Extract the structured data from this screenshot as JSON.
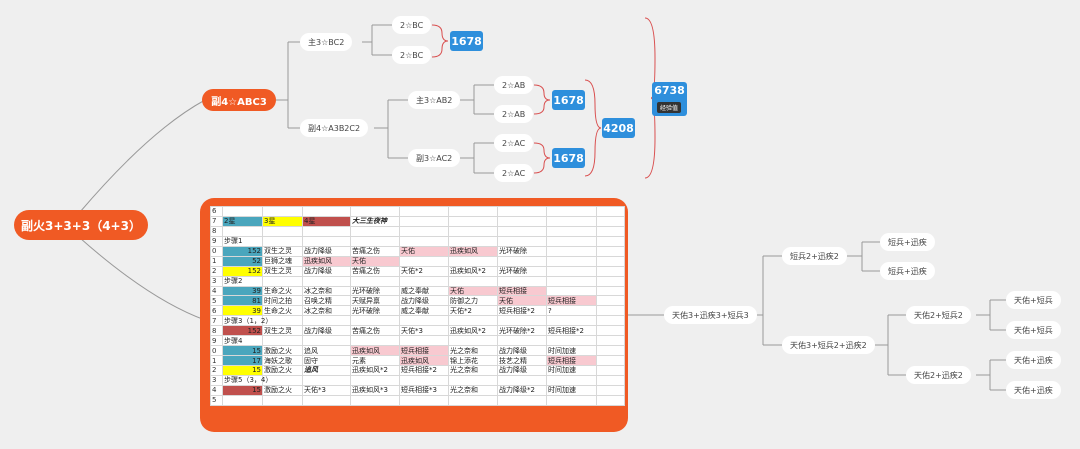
{
  "root": "副火3+3+3（4+3）",
  "sub": "副4☆ABC3",
  "branch1": "主3☆BC2",
  "branch2": "副4☆A3B2C2",
  "branch2_1": "主3☆AB2",
  "branch2_2": "副3☆AC2",
  "leaves": {
    "bc1": "2☆BC",
    "bc2": "2☆BC",
    "ab1": "2☆AB",
    "ab2": "2☆AB",
    "ac1": "2☆AC",
    "ac2": "2☆AC"
  },
  "sums": {
    "bc": "1678",
    "ab": "1678",
    "ac": "1678",
    "mid": "4208",
    "total": "6738"
  },
  "exp_tag": "经验值",
  "right_tree": {
    "root": "天佑3+迅疾3+短兵3",
    "a": "短兵2+迅疾2",
    "a1": "短兵+迅疾",
    "a2": "短兵+迅疾",
    "b": "天佑3+短兵2+迅疾2",
    "b1": "天佑2+短兵2",
    "b11": "天佑+短兵",
    "b12": "天佑+短兵",
    "b2": "天佑2+迅疾2",
    "b21": "天佑+迅疾",
    "b22": "天佑+迅疾"
  },
  "sheet_rows": [
    {
      "n": "6",
      "cells": []
    },
    {
      "n": "7",
      "cells": [
        {
          "t": "2星",
          "c": "teal"
        },
        {
          "t": "3星",
          "c": "yel"
        },
        {
          "t": "4星",
          "c": "red"
        },
        {
          "t": "大三生夜神",
          "c": "bi"
        }
      ]
    },
    {
      "n": "8",
      "cells": []
    },
    {
      "n": "9",
      "cells": [
        {
          "t": "步骤1"
        }
      ]
    },
    {
      "n": "0",
      "cells": [
        {
          "t": "152",
          "c": "teal num"
        },
        {
          "t": "双生之灵"
        },
        {
          "t": "战力降级"
        },
        {
          "t": "苦痛之伤"
        },
        {
          "t": "天佑",
          "c": "pink"
        },
        {
          "t": "迅疾如风",
          "c": "pink"
        },
        {
          "t": "光环破除"
        }
      ]
    },
    {
      "n": "1",
      "cells": [
        {
          "t": "52",
          "c": "teal num"
        },
        {
          "t": "巨狮之魂"
        },
        {
          "t": "迅疾如风",
          "c": "pink"
        },
        {
          "t": "天佑",
          "c": "pink"
        }
      ]
    },
    {
      "n": "2",
      "cells": [
        {
          "t": "152",
          "c": "yel num"
        },
        {
          "t": "双生之灵"
        },
        {
          "t": "战力降级"
        },
        {
          "t": "苦痛之伤"
        },
        {
          "t": "天佑*2"
        },
        {
          "t": "迅疾如风*2"
        },
        {
          "t": "光环破除"
        }
      ]
    },
    {
      "n": "3",
      "cells": [
        {
          "t": "步骤2"
        }
      ]
    },
    {
      "n": "4",
      "cells": [
        {
          "t": "39",
          "c": "teal num"
        },
        {
          "t": "生命之火"
        },
        {
          "t": "冰之奈和"
        },
        {
          "t": "光环破除"
        },
        {
          "t": "威之奉献"
        },
        {
          "t": "天佑",
          "c": "pink"
        },
        {
          "t": "短兵相接",
          "c": "pink"
        }
      ]
    },
    {
      "n": "5",
      "cells": [
        {
          "t": "81",
          "c": "teal num"
        },
        {
          "t": "时间之拍"
        },
        {
          "t": "召唤之精"
        },
        {
          "t": "天赋异禀"
        },
        {
          "t": "战力降级"
        },
        {
          "t": "防御之力"
        },
        {
          "t": "天佑",
          "c": "pink"
        },
        {
          "t": "短兵相接",
          "c": "pink"
        }
      ]
    },
    {
      "n": "6",
      "cells": [
        {
          "t": "39",
          "c": "yel num"
        },
        {
          "t": "生命之火"
        },
        {
          "t": "冰之奈和"
        },
        {
          "t": "光环破除"
        },
        {
          "t": "威之奉献"
        },
        {
          "t": "天佑*2"
        },
        {
          "t": "短兵相接*2"
        },
        {
          "t": "?"
        }
      ]
    },
    {
      "n": "7",
      "cells": [
        {
          "t": "步骤3（1，2）"
        }
      ]
    },
    {
      "n": "8",
      "cells": [
        {
          "t": "152",
          "c": "red num"
        },
        {
          "t": "双生之灵"
        },
        {
          "t": "战力降级"
        },
        {
          "t": "苦痛之伤"
        },
        {
          "t": "天佑*3"
        },
        {
          "t": "迅疾如风*2"
        },
        {
          "t": "光环破除*2"
        },
        {
          "t": "短兵相接*2"
        }
      ]
    },
    {
      "n": "9",
      "cells": [
        {
          "t": "步骤4"
        }
      ]
    },
    {
      "n": "0",
      "cells": [
        {
          "t": "15",
          "c": "teal num"
        },
        {
          "t": "激励之火"
        },
        {
          "t": "追风"
        },
        {
          "t": "迅疾如风",
          "c": "pink"
        },
        {
          "t": "短兵相接",
          "c": "pink"
        },
        {
          "t": "光之奈和"
        },
        {
          "t": "战力降级"
        },
        {
          "t": "时间加速"
        }
      ]
    },
    {
      "n": "1",
      "cells": [
        {
          "t": "17",
          "c": "teal num"
        },
        {
          "t": "海妖之歌"
        },
        {
          "t": "固守"
        },
        {
          "t": "元素"
        },
        {
          "t": "迅疾如风",
          "c": "pink"
        },
        {
          "t": "锦上添花"
        },
        {
          "t": "技艺之精"
        },
        {
          "t": "短兵相接",
          "c": "pink"
        }
      ]
    },
    {
      "n": "2",
      "cells": [
        {
          "t": "15",
          "c": "yel num"
        },
        {
          "t": "激励之火"
        },
        {
          "t": "追风",
          "c": "bi"
        },
        {
          "t": "迅疾如风*2"
        },
        {
          "t": "短兵相接*2"
        },
        {
          "t": "光之奈和"
        },
        {
          "t": "战力降级"
        },
        {
          "t": "时间加速"
        }
      ]
    },
    {
      "n": "3",
      "cells": [
        {
          "t": "步骤5（3，4）"
        }
      ]
    },
    {
      "n": "4",
      "cells": [
        {
          "t": "15",
          "c": "red num"
        },
        {
          "t": "激励之火"
        },
        {
          "t": "天佑*3"
        },
        {
          "t": "迅疾如风*3"
        },
        {
          "t": "短兵相接*3"
        },
        {
          "t": "光之奈和"
        },
        {
          "t": "战力降级*2"
        },
        {
          "t": "时间加速"
        }
      ]
    },
    {
      "n": "5",
      "cells": []
    }
  ]
}
